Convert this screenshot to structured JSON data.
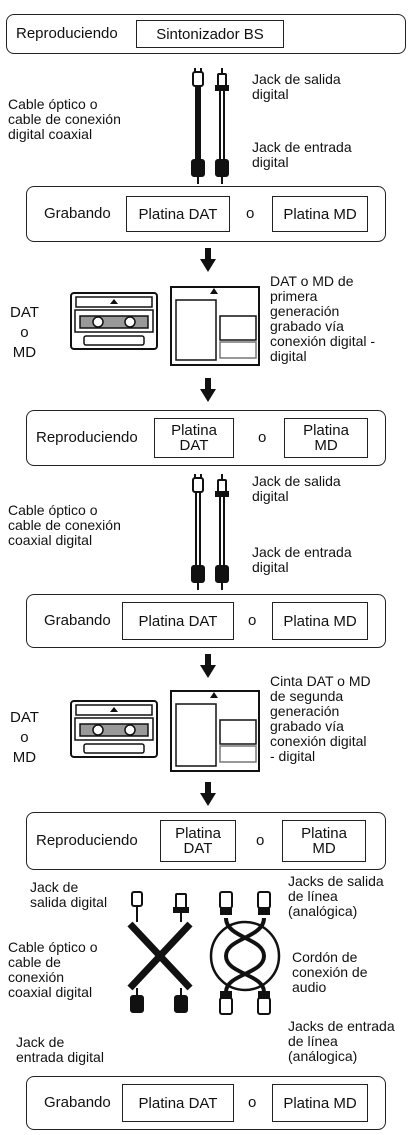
{
  "s1": {
    "state": "Reproduciendo",
    "device": "Sintonizador BS",
    "cable_label": "Cable óptico o\ncable de conexión\ndigital coaxial",
    "out_jack": "Jack de salida\ndigital",
    "in_jack": "Jack de entrada\ndigital"
  },
  "r1": {
    "state": "Grabando",
    "deck_a": "Platina DAT",
    "or": "o",
    "deck_b": "Platina MD"
  },
  "m1": {
    "media_label": "DAT\no\nMD",
    "description": "DAT o MD de\nprimera\ngeneración\ngrabado vía\nconexión digital -\ndigital"
  },
  "p2": {
    "state": "Reproduciendo",
    "deck_a": "Platina\nDAT",
    "or": "o",
    "deck_b": "Platina\nMD"
  },
  "c2": {
    "cable_label": "Cable óptico o\ncable de conexión\ncoaxial digital",
    "out_jack": "Jack de salida\ndigital",
    "in_jack": "Jack de entrada\ndigital"
  },
  "r2": {
    "state": "Grabando",
    "deck_a": "Platina DAT",
    "or": "o",
    "deck_b": "Platina MD"
  },
  "m2": {
    "media_label": "DAT\no\nMD",
    "description": "Cinta DAT o MD\nde segunda\ngeneración\ngrabado vía\nconexión digital\n- digital"
  },
  "p3": {
    "state": "Reproduciendo",
    "deck_a": "Platina\nDAT",
    "or": "o",
    "deck_b": "Platina\nMD"
  },
  "c3": {
    "out_jack": "Jack de\nsalida digital",
    "cable_label": "Cable óptico o\ncable de\nconexión\ncoaxial digital",
    "in_jack": "Jack de\nentrada digital",
    "line_out": "Jacks de salida\nde línea\n(analógica)",
    "audio_cord": "Cordón de\nconexión de\naudio",
    "line_in": "Jacks de entrada\nde línea\n(análogica)"
  },
  "r3": {
    "state": "Grabando",
    "deck_a": "Platina DAT",
    "or": "o",
    "deck_b": "Platina MD"
  }
}
